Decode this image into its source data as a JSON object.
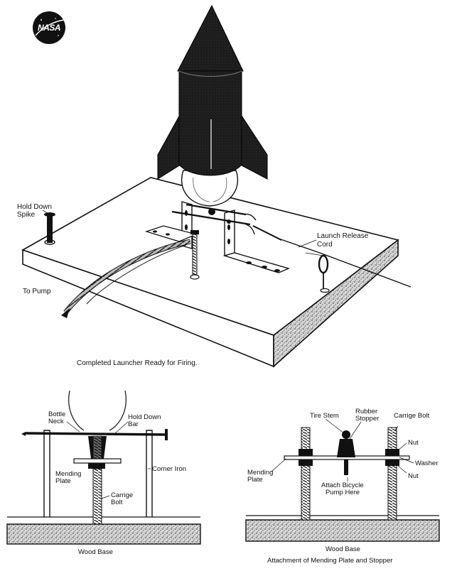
{
  "logo": {
    "text": "NASA"
  },
  "top": {
    "hold_down_spike_1": "Hold Down",
    "hold_down_spike_2": "Spike",
    "launch_release_1": "Launch Release",
    "launch_release_2": "Cord",
    "to_pump": "To Pump",
    "caption": "Completed Launcher Ready for Firing."
  },
  "left_detail": {
    "bottle_neck_1": "Bottle",
    "bottle_neck_2": "Neck",
    "hold_down_bar_1": "Hold Down",
    "hold_down_bar_2": "Bar",
    "mending_plate_1": "Mending",
    "mending_plate_2": "Plate",
    "carriage_bolt_1": "Carrige",
    "carriage_bolt_2": "Bolt",
    "corner_iron": "Corner Iron",
    "wood_base": "Wood Base"
  },
  "right_detail": {
    "tire_stem": "Tire Stem",
    "rubber_stopper_1": "Rubber",
    "rubber_stopper_2": "Stopper",
    "carriage_bolt": "Carrige Bolt",
    "nut_top": "Nut",
    "washer": "Washer",
    "nut_bottom": "Nut",
    "mending_plate_1": "Mending",
    "mending_plate_2": "Plate",
    "attach_pump_1": "Attach Bicycle",
    "attach_pump_2": "Pump Here",
    "wood_base": "Wood Base",
    "caption": "Attachment of Mending Plate and Stopper"
  }
}
